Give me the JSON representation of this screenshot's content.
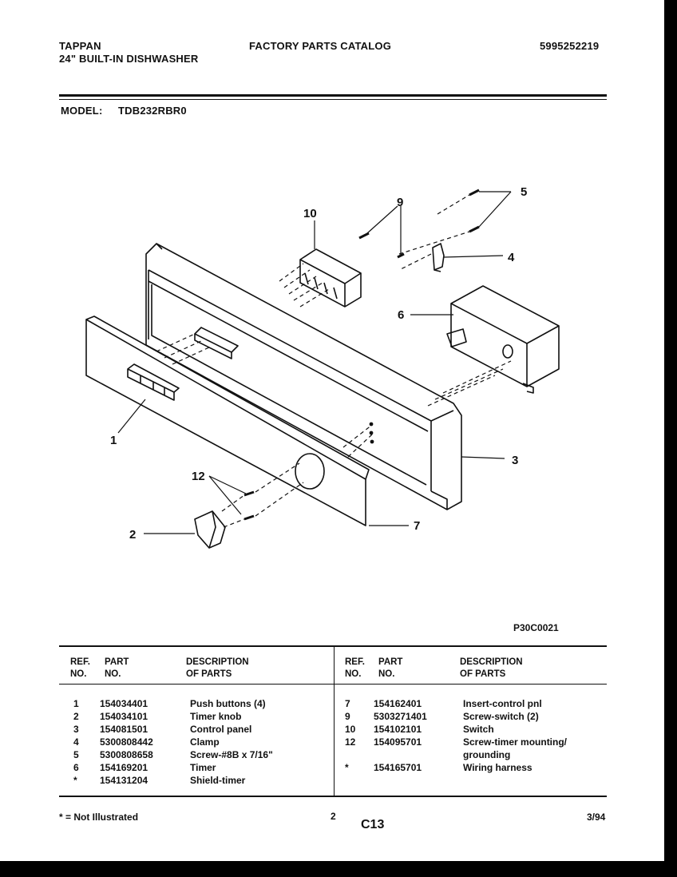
{
  "header": {
    "brand": "TAPPAN",
    "product": "24\" BUILT-IN DISHWASHER",
    "catalog": "FACTORY PARTS CATALOG",
    "catalog_number": "5995252219",
    "model_label": "MODEL:",
    "model_value": "TDB232RBR0"
  },
  "diagram": {
    "callouts": [
      "10",
      "9",
      "5",
      "4",
      "6",
      "3",
      "1",
      "12",
      "2",
      "7"
    ],
    "figure_code": "P30C0021"
  },
  "table": {
    "headers": {
      "ref": "REF.",
      "no": "NO.",
      "part": "PART",
      "part_no": "NO.",
      "desc": "DESCRIPTION",
      "of_parts": "OF PARTS"
    },
    "left_rows": [
      {
        "ref": "1",
        "part": "154034401",
        "desc": "Push buttons (4)"
      },
      {
        "ref": "2",
        "part": "154034101",
        "desc": "Timer knob"
      },
      {
        "ref": "3",
        "part": "154081501",
        "desc": "Control panel"
      },
      {
        "ref": "4",
        "part": "5300808442",
        "desc": "Clamp"
      },
      {
        "ref": "5",
        "part": "5300808658",
        "desc": "Screw-#8B x 7/16\""
      },
      {
        "ref": "6",
        "part": "154169201",
        "desc": "Timer"
      },
      {
        "ref": "*",
        "part": "154131204",
        "desc": "Shield-timer"
      }
    ],
    "right_rows": [
      {
        "ref": "7",
        "part": "154162401",
        "desc": "Insert-control pnl"
      },
      {
        "ref": "9",
        "part": "5303271401",
        "desc": "Screw-switch (2)"
      },
      {
        "ref": "10",
        "part": "154102101",
        "desc": "Switch"
      },
      {
        "ref": "12",
        "part": "154095701",
        "desc": "Screw-timer mounting/"
      },
      {
        "ref": "",
        "part": "",
        "desc": "grounding"
      },
      {
        "ref": "*",
        "part": "154165701",
        "desc": "Wiring harness"
      }
    ]
  },
  "footer": {
    "note": "* = Not Illustrated",
    "page": "2",
    "section": "C13",
    "date": "3/94"
  }
}
